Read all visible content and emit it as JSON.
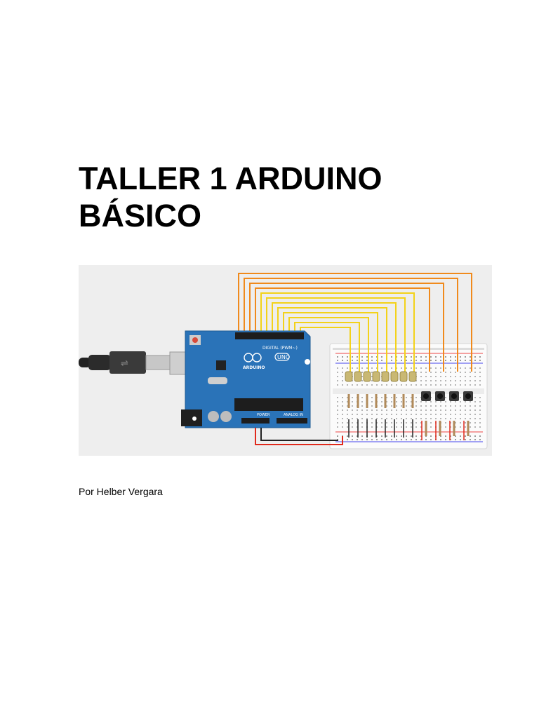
{
  "document": {
    "title_line1": "TALLER 1 ARDUINO",
    "title_line2": "BÁSICO",
    "author": "Por Helber Vergara"
  },
  "figure": {
    "board_logo_text": "UNO",
    "board_brand_text": "ARDUINO",
    "board_header_label": "DIGITAL (PWM~)",
    "board_power_label": "POWER",
    "board_analog_label": "ANALOG IN",
    "colors": {
      "background": "#eeeeee",
      "board": "#2a73b8",
      "breadboard": "#ffffff",
      "wire_orange": "#f08a1c",
      "wire_yellow": "#f3d21a",
      "wire_red": "#e02a1c",
      "wire_black": "#222222"
    },
    "led_count": 8,
    "button_count": 4
  }
}
